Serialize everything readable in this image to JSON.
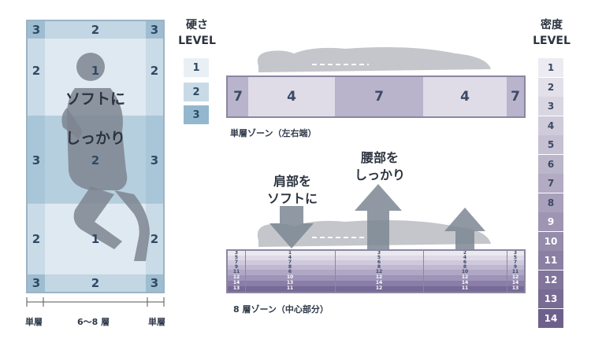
{
  "left_mattress": {
    "top_row": [
      "3",
      "2",
      "3"
    ],
    "upper_mid": [
      "2",
      "1",
      "2"
    ],
    "center_row": [
      "3",
      "2",
      "3"
    ],
    "lower_mid": [
      "2",
      "1",
      "2"
    ],
    "bottom_row": [
      "3",
      "2",
      "3"
    ],
    "overlay_line1": "ソフトに",
    "overlay_line2": "しっかり",
    "bottom_labels": {
      "left": "単層",
      "center": "6〜8 層",
      "right": "単層"
    }
  },
  "hardness_legend": {
    "title_line1": "硬さ",
    "title_line2": "LEVEL",
    "levels": [
      "1",
      "2",
      "3"
    ],
    "colors": [
      "#e9f0f5",
      "#c7dae6",
      "#93b8cd"
    ]
  },
  "single_zone": {
    "values": [
      "7",
      "4",
      "7",
      "4",
      "7"
    ],
    "caption": "単層ゾーン（左右端）"
  },
  "eight_zone": {
    "caption": "8 層ゾーン（中心部分）",
    "shoulder_label_line1": "肩部を",
    "shoulder_label_line2": "ソフトに",
    "waist_label_line1": "腰部を",
    "waist_label_line2": "しっかり",
    "col_end": [
      "3",
      "5",
      "7",
      "9",
      "11",
      "12",
      "14",
      "13"
    ],
    "col_mid_a": [
      "1",
      "4",
      "7",
      "8",
      "6",
      "10",
      "13",
      "11"
    ],
    "col_mid_b": [
      "3",
      "5",
      "6",
      "8",
      "12",
      "12",
      "14",
      "12"
    ],
    "col_mid_c": [
      "2",
      "4",
      "6",
      "8",
      "10",
      "12",
      "14",
      "11"
    ],
    "col_end_r": [
      "3",
      "5",
      "7",
      "9",
      "11",
      "12",
      "14",
      "13"
    ]
  },
  "density_legend": {
    "title_line1": "密度",
    "title_line2": "LEVEL",
    "levels": [
      "1",
      "2",
      "3",
      "4",
      "5",
      "6",
      "7",
      "8",
      "9",
      "10",
      "11",
      "12",
      "13",
      "14"
    ]
  }
}
